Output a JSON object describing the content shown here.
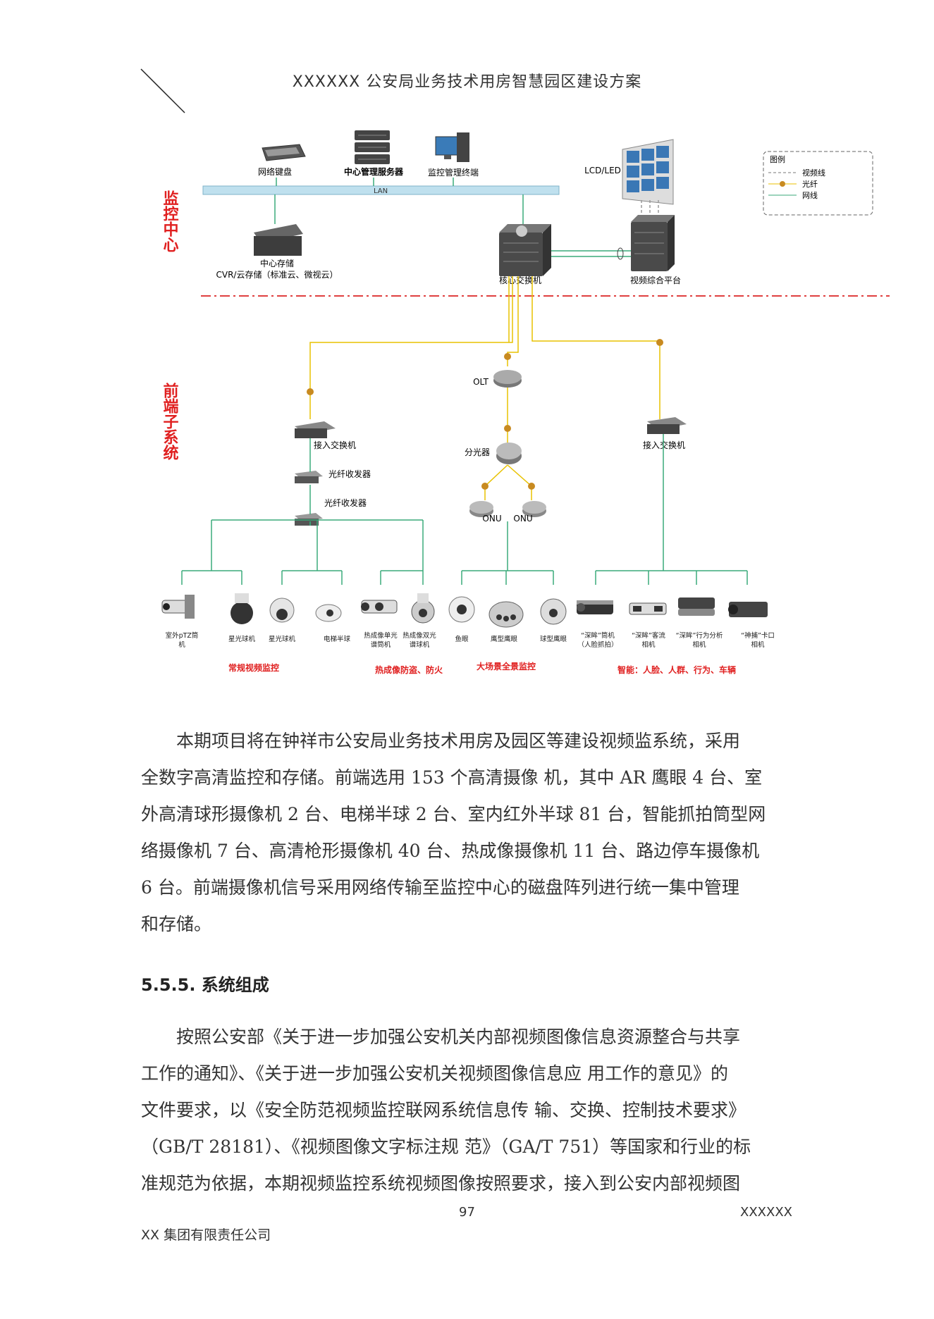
{
  "header": {
    "title": "XXXXXX 公安局业务技术用房智慧园区建设方案"
  },
  "diagram": {
    "zone_labels": {
      "control_center": "监控中心",
      "front_end": "前端子系统"
    },
    "legend": {
      "title": "图例",
      "items": [
        "视频线",
        "光纤",
        "网线"
      ]
    },
    "lan_label": "LAN",
    "nodes": {
      "keyboard": "网络键盘",
      "mgmt_server": "中心管理服务器",
      "terminal": "监控管理终端",
      "lcd": "LCD/LED",
      "storage_1": "中心存储",
      "storage_2": "CVR/云存储（标准云、微视云）",
      "core_switch": "核心交换机",
      "video_platform": "视频综合平台",
      "olt": "OLT",
      "access_switch_left": "接入交换机",
      "access_switch_right": "接入交换机",
      "transceiver_1": "光纤收发器",
      "transceiver_2": "光纤收发器",
      "splitter": "分光器",
      "onu_1": "ONU",
      "onu_2": "ONU"
    },
    "cameras": [
      {
        "l1": "室外pTZ筒",
        "l2": "机"
      },
      {
        "l1": "星光球机",
        "l2": ""
      },
      {
        "l1": "星光球机",
        "l2": ""
      },
      {
        "l1": "电梯半球",
        "l2": ""
      },
      {
        "l1": "热成像单光",
        "l2": "谱筒机"
      },
      {
        "l1": "热成像双光",
        "l2": "谱球机"
      },
      {
        "l1": "鱼眼",
        "l2": ""
      },
      {
        "l1": "鹰型鹰眼",
        "l2": ""
      },
      {
        "l1": "球型鹰眼",
        "l2": ""
      },
      {
        "l1": "“深眸”筒机",
        "l2": "（人脸抓拍）"
      },
      {
        "l1": "“深眸”客流",
        "l2": "相机"
      },
      {
        "l1": "“深眸”行为分析",
        "l2": "相机"
      },
      {
        "l1": "“神捕”卡口",
        "l2": "相机"
      }
    ],
    "groups": [
      "常规视频监控",
      "热成像防盗、防火",
      "大场景全景监控",
      "智能：人脸、人群、行为、车辆"
    ]
  },
  "body": {
    "para1": [
      "本期项目将在钟祥市公安局业务技术用房及园区等建设视频监系统，采用",
      "全数字高清监控和存储。前端选用 153 个高清摄像 机，其中 AR 鹰眼 4 台、室",
      "外高清球形摄像机 2 台、电梯半球 2 台、室内红外半球 81 台，智能抓拍筒型网",
      "络摄像机 7 台、高清枪形摄像机 40 台、热成像摄像机 11 台、路边停车摄像机",
      "6 台。前端摄像机信号采用网络传输至监控中心的磁盘阵列进行统一集中管理",
      "和存储。"
    ],
    "heading": "5.5.5.  系统组成",
    "para2": [
      "按照公安部《关于进一步加强公安机关内部视频图像信息资源整合与共享",
      "工作的通知》、《关于进一步加强公安机关视频图像信息应 用工作的意见》的",
      "文件要求，以《安全防范视频监控联网系统信息传 输、交换、控制技术要求》",
      "（GB/T 28181）、《视频图像文字标注规 范》（GA/T 751）等国家和行业的标",
      "准规范为依据，本期视频监控系统视频图像按照要求，接入到公安内部视频图"
    ]
  },
  "footer": {
    "page_number": "97",
    "doc_code": "XXXXXX",
    "company": "XX 集团有限责任公司"
  },
  "colors": {
    "zone_label": "#e02020",
    "fiber": "#e8c200",
    "network": "#3aaa7a",
    "lan_bar": "#bfe0ee"
  }
}
